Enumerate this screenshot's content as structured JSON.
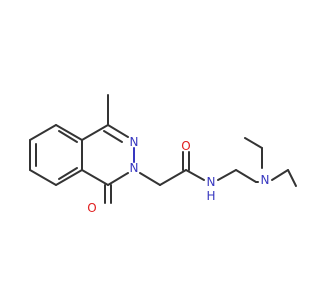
{
  "colors": {
    "bond": "#343434",
    "nitrogen": "#3838c0",
    "oxygen": "#e02020",
    "background": "#ffffff"
  },
  "atoms": {
    "n_ring_1": "N",
    "n_ring_2": "N",
    "o_ring_carbonyl": "O",
    "o_amide": "O",
    "n_amide": "N",
    "h_amide": "H",
    "n_amine": "N"
  }
}
